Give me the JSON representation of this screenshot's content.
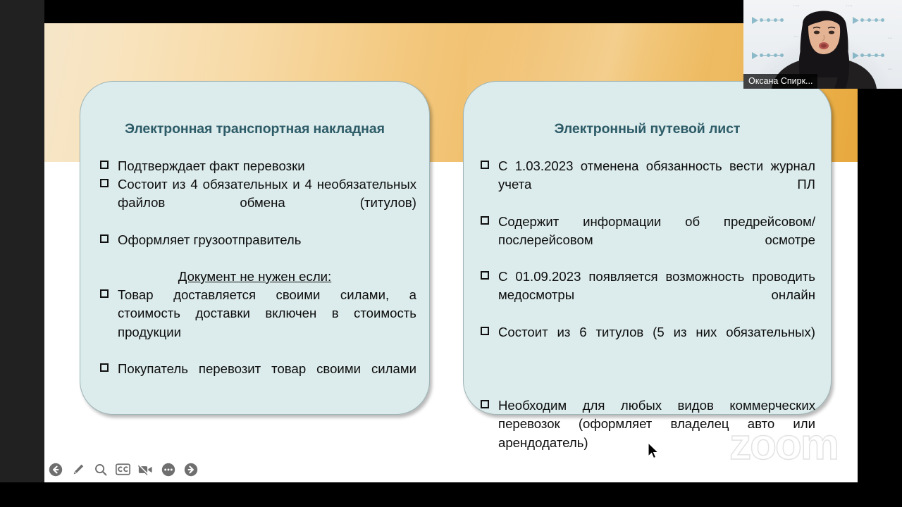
{
  "meeting": {
    "platform_watermark": "zoom",
    "participant_name_label": "Оксана Спирк..."
  },
  "slide": {
    "cards": [
      {
        "title": "Электронная транспортная накладная",
        "bullets": [
          "Подтверждает факт перевозки",
          "Состоит из 4 обязательных и 4 необязательных файлов обмена (титулов)",
          "Оформляет грузоотправитель"
        ],
        "sub_heading": "Документ не нужен если:",
        "bullets2": [
          "Товар доставляется своими силами, а стоимость доставки включен в стоимость продукции",
          "Покупатель перевозит товар своими силами"
        ]
      },
      {
        "title": "Электронный путевой лист",
        "bullets": [
          "С 1.03.2023 отменена обязанность вести журнал учета ПЛ",
          "Содержит информации об предрейсовом/послерейсовом осмотре",
          "С 01.09.2023 появляется возможность проводить медосмотры онлайн",
          "Состоит из 6 титулов (5 из них обязательных)"
        ],
        "bullets2": [
          "Необходим для любых видов коммерческих перевозок (оформляет владелец авто или арендодатель)"
        ]
      }
    ]
  },
  "toolbar": {
    "items": [
      {
        "name": "previous-slide-button",
        "icon": "arrow-left-circle-icon"
      },
      {
        "name": "annotate-button",
        "icon": "pen-icon"
      },
      {
        "name": "zoom-button",
        "icon": "magnifier-icon"
      },
      {
        "name": "closed-captions-button",
        "icon": "cc-icon",
        "label": "CC"
      },
      {
        "name": "stop-video-button",
        "icon": "video-off-icon"
      },
      {
        "name": "more-options-button",
        "icon": "ellipsis-icon"
      },
      {
        "name": "next-slide-button",
        "icon": "arrow-right-circle-icon"
      }
    ]
  },
  "colors": {
    "banner_start": "#f6e6c9",
    "banner_end": "#e8a93e",
    "card_background": "#dcebeb",
    "card_border": "#9fb5b7",
    "card_title": "#2d5c68",
    "body_text": "#0d0d0d",
    "letterbox": "#000000"
  }
}
